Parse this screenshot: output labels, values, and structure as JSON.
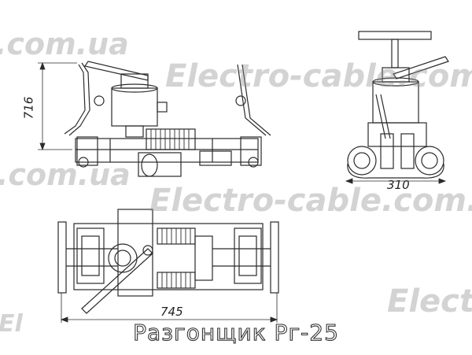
{
  "watermarks": [
    ".com.ua",
    "Electro-cable.com.ua",
    ".com.ua",
    "Electro-cable.com.u",
    "Electr",
    "El"
  ],
  "dimensions": {
    "height": "716",
    "width_side": "310",
    "width_top": "745"
  },
  "caption": "Разгонщик Рг-25"
}
